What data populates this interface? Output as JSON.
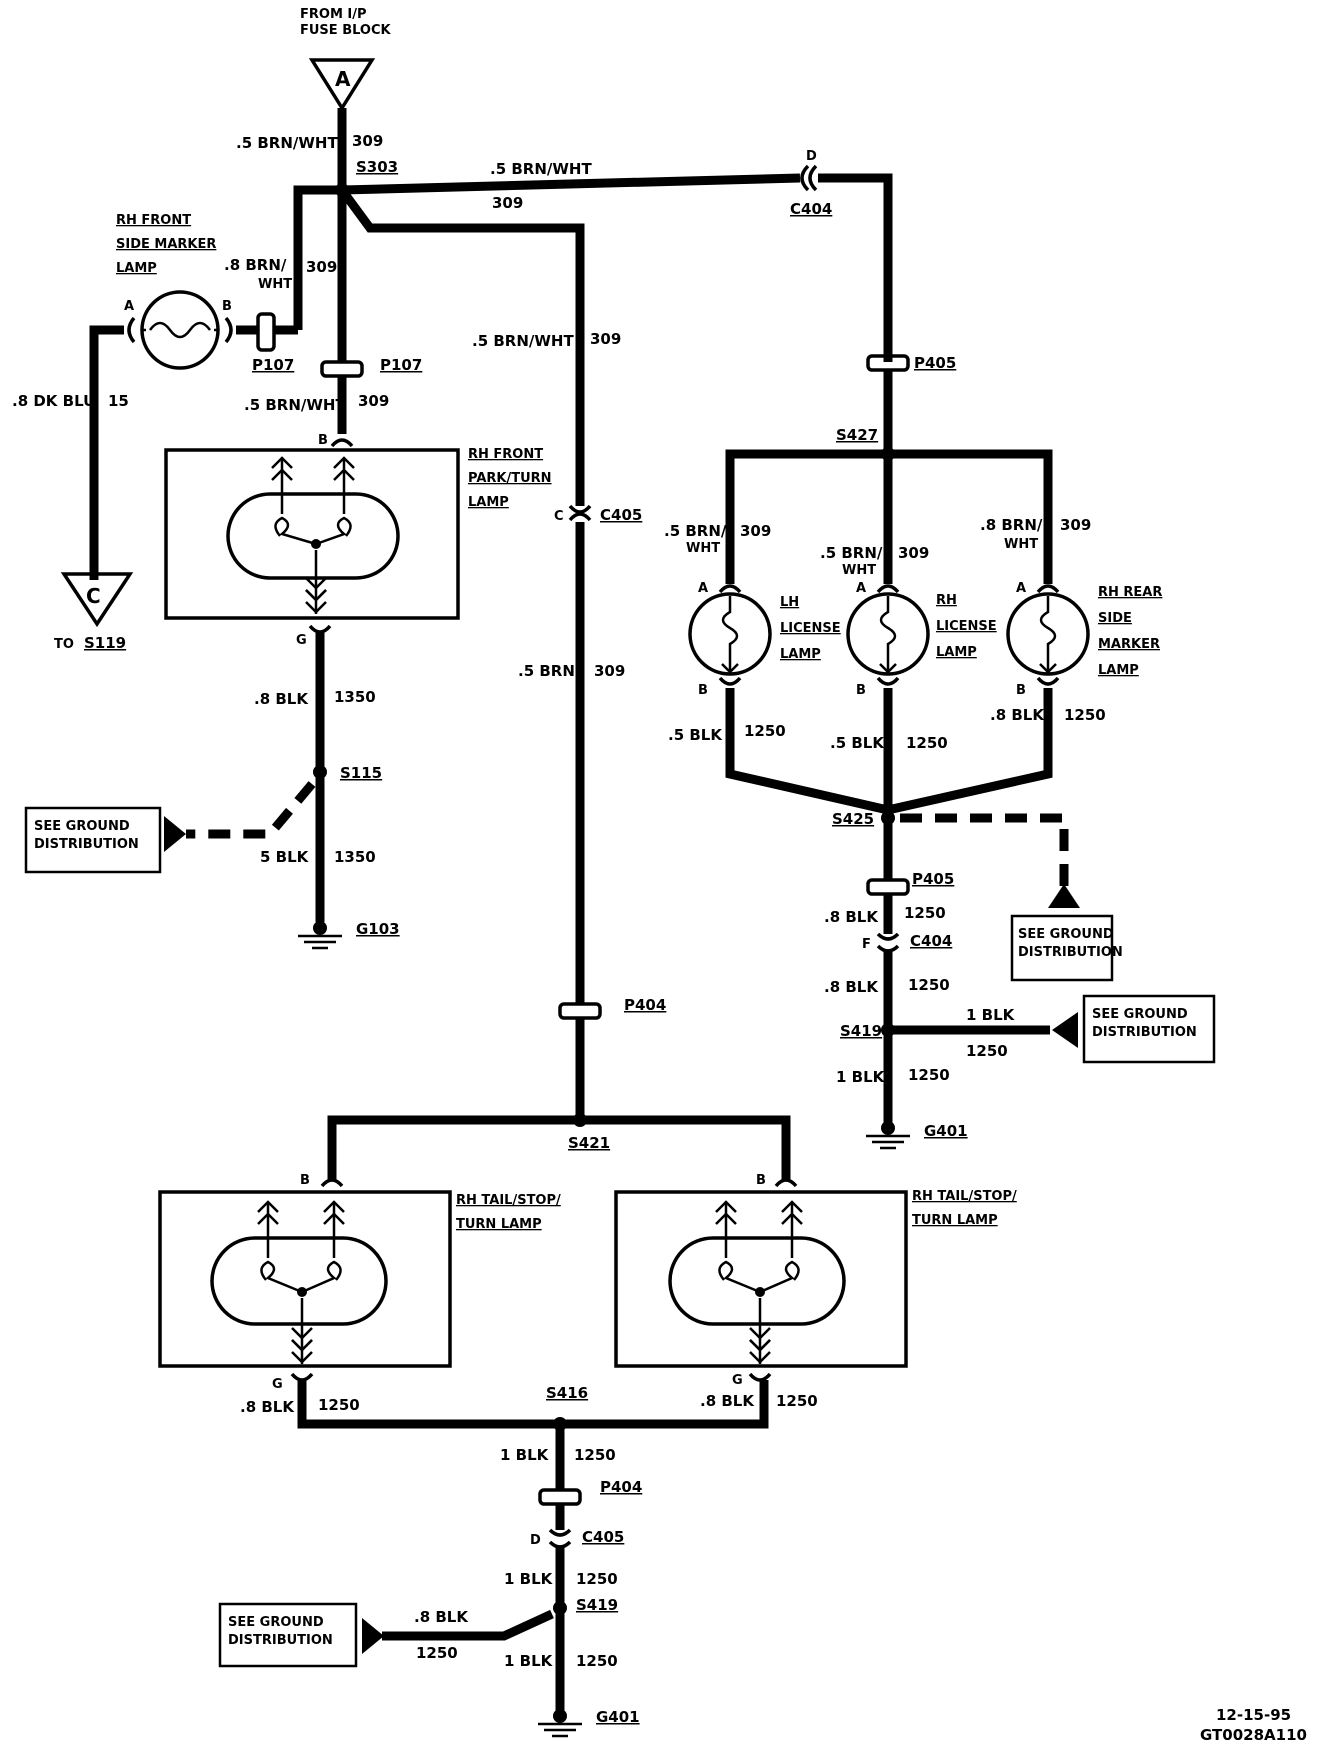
{
  "source": {
    "line1": "FROM I/P",
    "line2": "FUSE BLOCK",
    "letter": "A"
  },
  "offpage_c": {
    "letter": "C",
    "to_prefix": "TO",
    "to_ref": "S119"
  },
  "splices": {
    "s303": "S303",
    "s427": "S427",
    "s115": "S115",
    "s425": "S425",
    "s419_right": "S419",
    "s421": "S421",
    "s416": "S416",
    "s419_bottom": "S419"
  },
  "connectors": {
    "p107_side": "P107",
    "p107_main": "P107",
    "p405_top": "P405",
    "p405_bottom": "P405",
    "c404_top": "C404",
    "c404_bottom": "C404",
    "c405_mid": "C405",
    "c405_bottom": "C405",
    "p404_mid": "P404",
    "p404_bottom": "P404"
  },
  "pins": {
    "a": "A",
    "b": "B",
    "c": "C",
    "d": "D",
    "f": "F",
    "g": "G"
  },
  "grounds": {
    "g103": "G103",
    "g401_right": "G401",
    "g401_bottom": "G401"
  },
  "wires": {
    "w1": {
      "gauge": ".5 BRN/WHT",
      "circuit": "309"
    },
    "w2": {
      "gauge": ".5 BRN/WHT",
      "circuit": "309"
    },
    "w3": {
      "gauge1": ".8 BRN/",
      "gauge2": "WHT",
      "circuit": "309"
    },
    "w4": {
      "gauge": ".5 BRN/WHT",
      "circuit": "309"
    },
    "w5": {
      "gauge": ".5 BRN/WHT",
      "circuit": "309"
    },
    "w6": {
      "gauge": ".8 DK BLU",
      "circuit": "15"
    },
    "w7": {
      "gauge": ".5 BRN",
      "circuit": "309"
    },
    "w8": {
      "gauge": ".8 BLK",
      "circuit": "1350"
    },
    "w9": {
      "gauge": "5 BLK",
      "circuit": "1350"
    },
    "w10": {
      "gauge1": ".5 BRN/",
      "gauge2": "WHT",
      "circuit": "309"
    },
    "w11": {
      "gauge1": ".5 BRN/",
      "gauge2": "WHT",
      "circuit": "309"
    },
    "w12": {
      "gauge1": ".8 BRN/",
      "gauge2": "WHT",
      "circuit": "309"
    },
    "w13": {
      "gauge": ".5 BLK",
      "circuit": "1250"
    },
    "w14": {
      "gauge": ".5 BLK",
      "circuit": "1250"
    },
    "w15": {
      "gauge": ".8 BLK",
      "circuit": "1250"
    },
    "w16": {
      "gauge": ".8 BLK",
      "circuit": "1250"
    },
    "w17": {
      "gauge": ".8 BLK",
      "circuit": "1250"
    },
    "w18": {
      "gauge": "1 BLK",
      "circuit": "1250"
    },
    "w19": {
      "gauge": "1 BLK",
      "circuit": "1250"
    },
    "w20": {
      "gauge": ".8 BLK",
      "circuit": "1250"
    },
    "w21": {
      "gauge": ".8 BLK",
      "circuit": "1250"
    },
    "w22": {
      "gauge": "1 BLK",
      "circuit": "1250"
    },
    "w23": {
      "gauge": "1 BLK",
      "circuit": "1250"
    },
    "w24": {
      "gauge": ".8 BLK",
      "circuit": "1250"
    },
    "w25": {
      "gauge": "1 BLK",
      "circuit": "1250"
    }
  },
  "lamps": {
    "front_marker": [
      "RH FRONT",
      "SIDE MARKER",
      "LAMP"
    ],
    "front_park": [
      "RH FRONT",
      "PARK/TURN",
      "LAMP"
    ],
    "lh_license": [
      "LH",
      "LICENSE",
      "LAMP"
    ],
    "rh_license": [
      "RH",
      "LICENSE",
      "LAMP"
    ],
    "rear_marker": [
      "RH REAR",
      "SIDE",
      "MARKER",
      "LAMP"
    ],
    "tail_left": [
      "RH TAIL/STOP/",
      "TURN LAMP"
    ],
    "tail_right": [
      "RH TAIL/STOP/",
      "TURN LAMP"
    ]
  },
  "ground_dist": {
    "left": [
      "SEE GROUND",
      "DISTRIBUTION"
    ],
    "right_top": [
      "SEE GROUND",
      "DISTRIBUTION"
    ],
    "right_mid": [
      "SEE GROUND",
      "DISTRIBUTION"
    ],
    "bottom": [
      "SEE GROUND",
      "DISTRIBUTION"
    ]
  },
  "footer": {
    "date": "12-15-95",
    "code": "GT0028A110"
  }
}
